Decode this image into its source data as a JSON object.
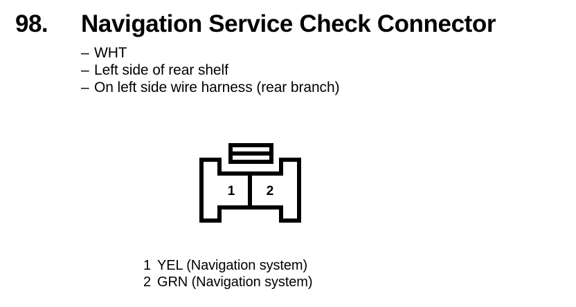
{
  "header": {
    "number": "98.",
    "title": "Navigation Service Check Connector"
  },
  "spec_lines": [
    {
      "dash": "–",
      "text": "WHT"
    },
    {
      "dash": "–",
      "text": "Left side of rear shelf"
    },
    {
      "dash": "–",
      "text": "On left side wire harness (rear branch)"
    }
  ],
  "connector": {
    "pins": [
      {
        "number": "1"
      },
      {
        "number": "2"
      }
    ],
    "stroke_color": "#000000",
    "fill_color": "#ffffff"
  },
  "legend": [
    {
      "pin": "1",
      "text": "YEL (Navigation system)"
    },
    {
      "pin": "2",
      "text": "GRN (Navigation system)"
    }
  ]
}
